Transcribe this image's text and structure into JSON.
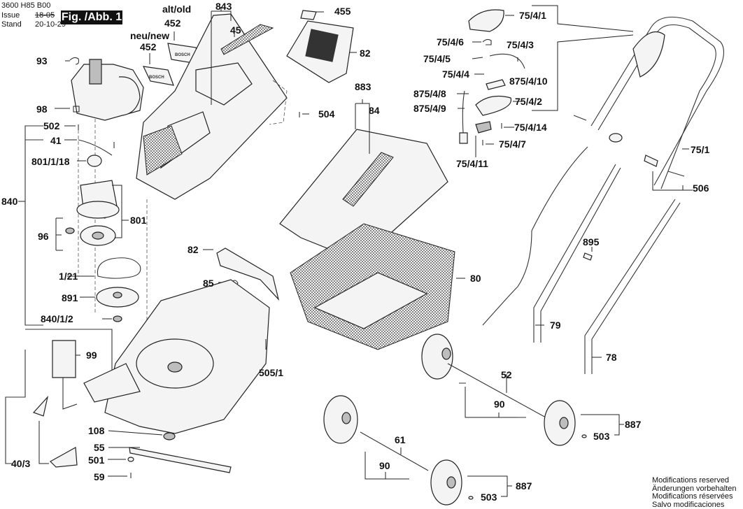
{
  "header": {
    "doc_number": "3600 H85 B00",
    "issue_label": "Issue",
    "stand_label": "Stand",
    "issue_old_date": "18-05",
    "issue_date": "20-10-29",
    "figure_label": "Fig. /Abb. 1"
  },
  "notes": {
    "line1": "Modifications reserved",
    "line2": "Änderungen vorbehalten",
    "line3": "Modifications réservées",
    "line4": "Salvo modificaciones"
  },
  "labels": {
    "alt_old": "alt/old",
    "alt_452": "452",
    "neu_new": "neu/new",
    "neu_452": "452",
    "p93": "93",
    "p98": "98",
    "p502": "502",
    "p41": "41",
    "p801_1_18": "801/1/18",
    "p840": "840",
    "p801": "801",
    "p96": "96",
    "p1_21": "1/21",
    "p891": "891",
    "p840_1_2": "840/1/2",
    "p99": "99",
    "p108": "108",
    "p55": "55",
    "p501": "501",
    "p59": "59",
    "p40_3": "40/3",
    "p843": "843",
    "p45": "45",
    "p504": "504",
    "p455": "455",
    "p82_top": "82",
    "p883": "883",
    "p84": "84",
    "p82_mid": "82",
    "p85": "85",
    "p505_1": "505/1",
    "p80": "80",
    "p75_4_1": "75/4/1",
    "p75_4_6": "75/4/6",
    "p75_4_3": "75/4/3",
    "p75_4_5": "75/4/5",
    "p75_4_4": "75/4/4",
    "p875_4_10": "875/4/10",
    "p875_4_8": "875/4/8",
    "p75_4_2": "75/4/2",
    "p875_4_9": "875/4/9",
    "p75_4_14": "75/4/14",
    "p75_4_7": "75/4/7",
    "p75_4_11": "75/4/11",
    "p75_1": "75/1",
    "p506": "506",
    "p895": "895",
    "p79": "79",
    "p78": "78",
    "p52": "52",
    "p90_rear": "90",
    "p887_rear": "887",
    "p503_rear": "503",
    "p61": "61",
    "p90_front": "90",
    "p887_front": "887",
    "p503_front": "503"
  },
  "brand_text": "BOSCH"
}
